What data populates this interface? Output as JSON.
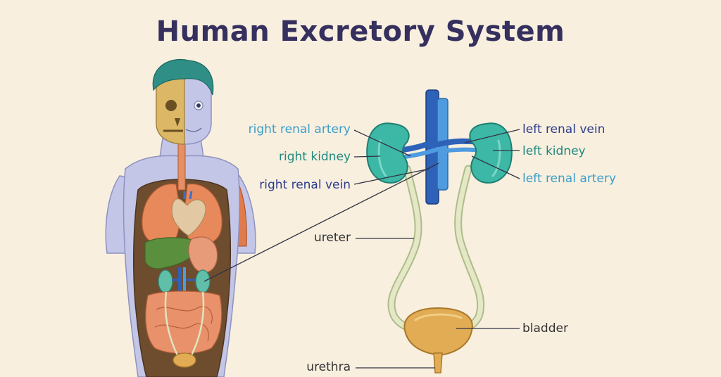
{
  "title": "Human Excretory System",
  "labels": {
    "right_renal_artery": "right renal artery",
    "right_kidney": "right kidney",
    "right_renal_vein": "right renal vein",
    "left_renal_vein": "left renal vein",
    "left_kidney": "left kidney",
    "left_renal_artery": "left renal artery",
    "ureter": "ureter",
    "bladder": "bladder",
    "urethra": "urethra"
  },
  "colors": {
    "background": "#f8efdf",
    "title": "#35305e",
    "artery_label": "#3b9ec9",
    "kidney_label": "#1f8a7e",
    "vein_label": "#2c3c8c",
    "dark_label": "#333333",
    "kidney": "#3db8a6",
    "vein": "#2e62b8",
    "artery": "#4e9be0",
    "ureter": "#dfe5bf",
    "bladder": "#e2ac55"
  }
}
